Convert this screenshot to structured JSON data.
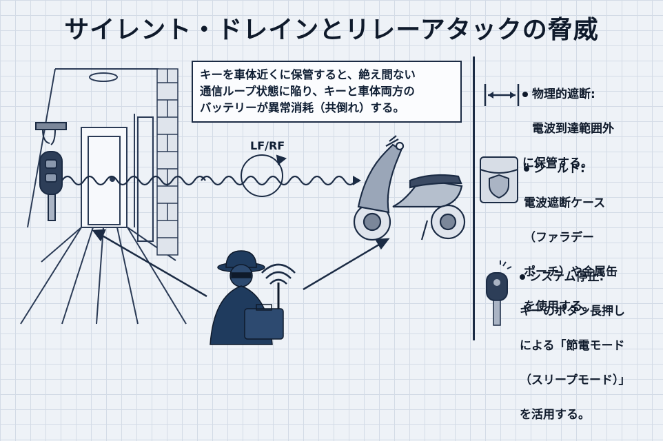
{
  "title": "サイレント・ドレインとリレーアタックの脅威",
  "note": {
    "line1": "キーを車体近くに保管すると、絶え間ない",
    "line2": "通信ループ状態に陥り、キーと車体両方の",
    "line3": "バッテリーが異常消耗（共倒れ）する。"
  },
  "signal_label": "LF/RF",
  "solutions": [
    {
      "heading": "物理的遮断:",
      "lines": [
        "電波到達範囲外",
        "に保管する。"
      ],
      "icon": "distance-arrow-icon"
    },
    {
      "heading": "シールド:",
      "lines": [
        "電波遮断ケース",
        "（ファラデー",
        "ポーチ）や金属缶",
        "を使用する。"
      ],
      "icon": "faraday-pouch-icon"
    },
    {
      "heading": "システム停止:",
      "lines": [
        "キーのボタン長押し",
        "による「節電モード",
        "（スリープモード）」",
        "を活用する。"
      ],
      "icon": "key-fob-icon"
    }
  ],
  "colors": {
    "ink": "#1b2b44",
    "grid": "#d3dbe6",
    "background": "#eef2f7",
    "scooter": "#8a98ad",
    "attacker": "#1f3b5e"
  }
}
